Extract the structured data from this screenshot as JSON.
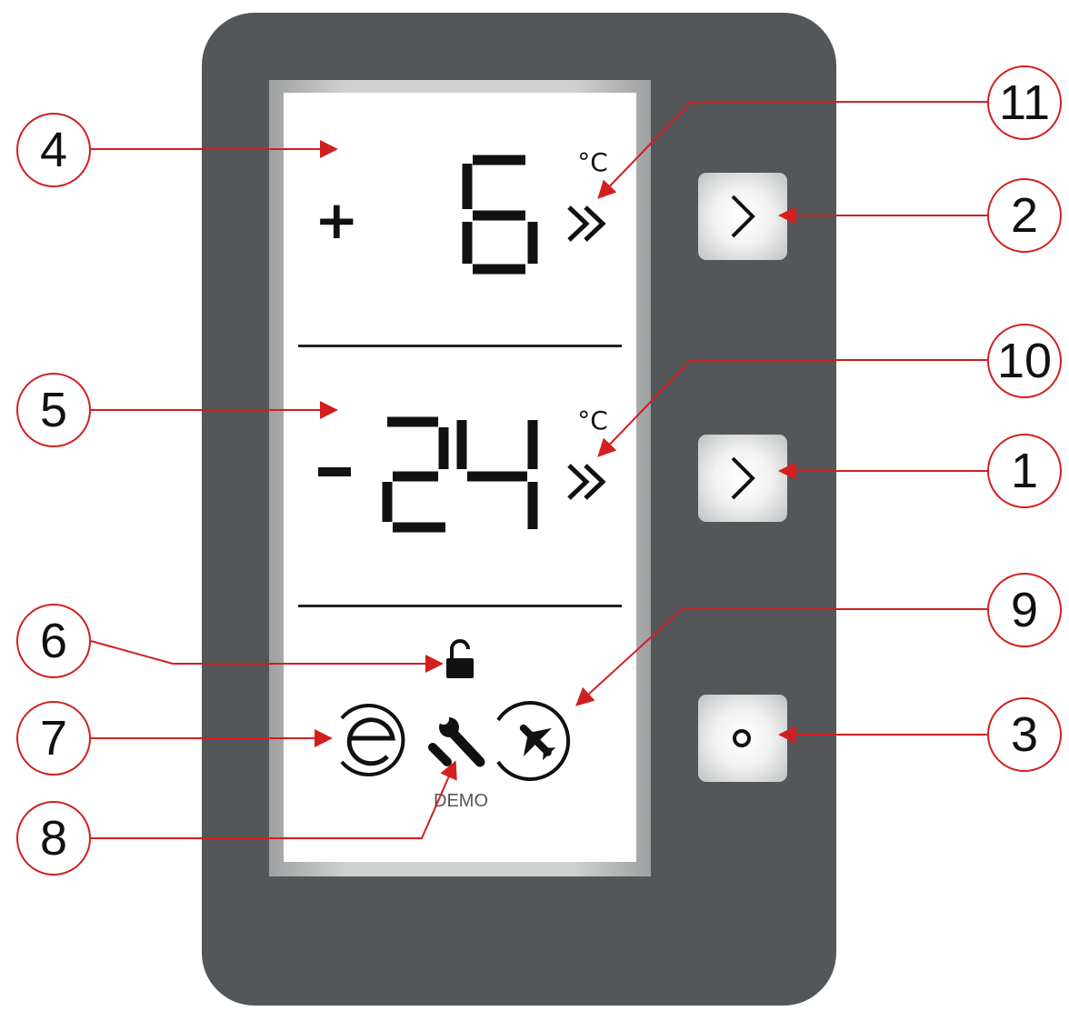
{
  "display": {
    "zone_top": {
      "sign": "+",
      "value": "6",
      "unit": "°C"
    },
    "zone_bottom": {
      "sign": "-",
      "value": "24",
      "unit": "°C"
    },
    "demo_label": "DEMO"
  },
  "callouts": [
    "1",
    "2",
    "3",
    "4",
    "5",
    "6",
    "7",
    "8",
    "9",
    "10",
    "11"
  ],
  "colors": {
    "panel": "#545759",
    "screen": "#ffffff",
    "callout_red": "#d21f1f",
    "segment": "#111111"
  },
  "icons": [
    "chevron-right-icon",
    "chevron-right-icon",
    "circle-icon",
    "lock-icon",
    "eco-icon",
    "wrench-icon",
    "airplane-icon",
    "double-chevron-icon"
  ]
}
